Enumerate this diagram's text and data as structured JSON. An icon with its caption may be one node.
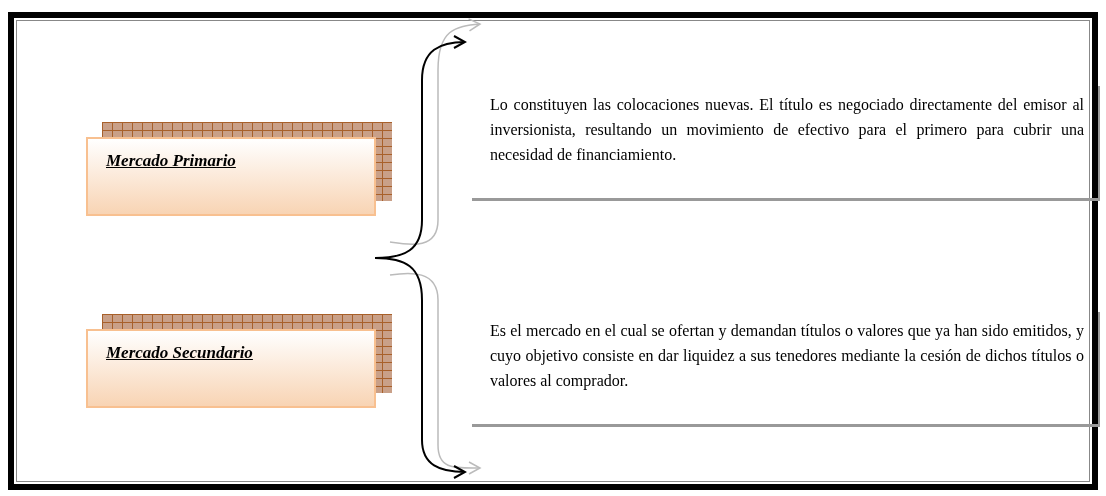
{
  "diagram": {
    "nodes": [
      {
        "text": [
          "Mercado Primario"
        ]
      },
      {
        "text": [
          "Mercado Secundario"
        ]
      },
      {
        "text": [
          "Lo constituyen las colocaciones nuevas. El título es negociado directamente del emisor al inversionista, resultando un movimiento de efectivo para el primero para cubrir una necesidad de financiamiento."
        ]
      },
      {
        "text": [
          "Es el mercado en el cual se ofertan y demandan títulos o valores que ya han sido emitidos, y cuyo objetivo consiste en dar liquidez a sus tenedores mediante la cesión de dichos títulos o valores al comprador."
        ]
      }
    ]
  }
}
